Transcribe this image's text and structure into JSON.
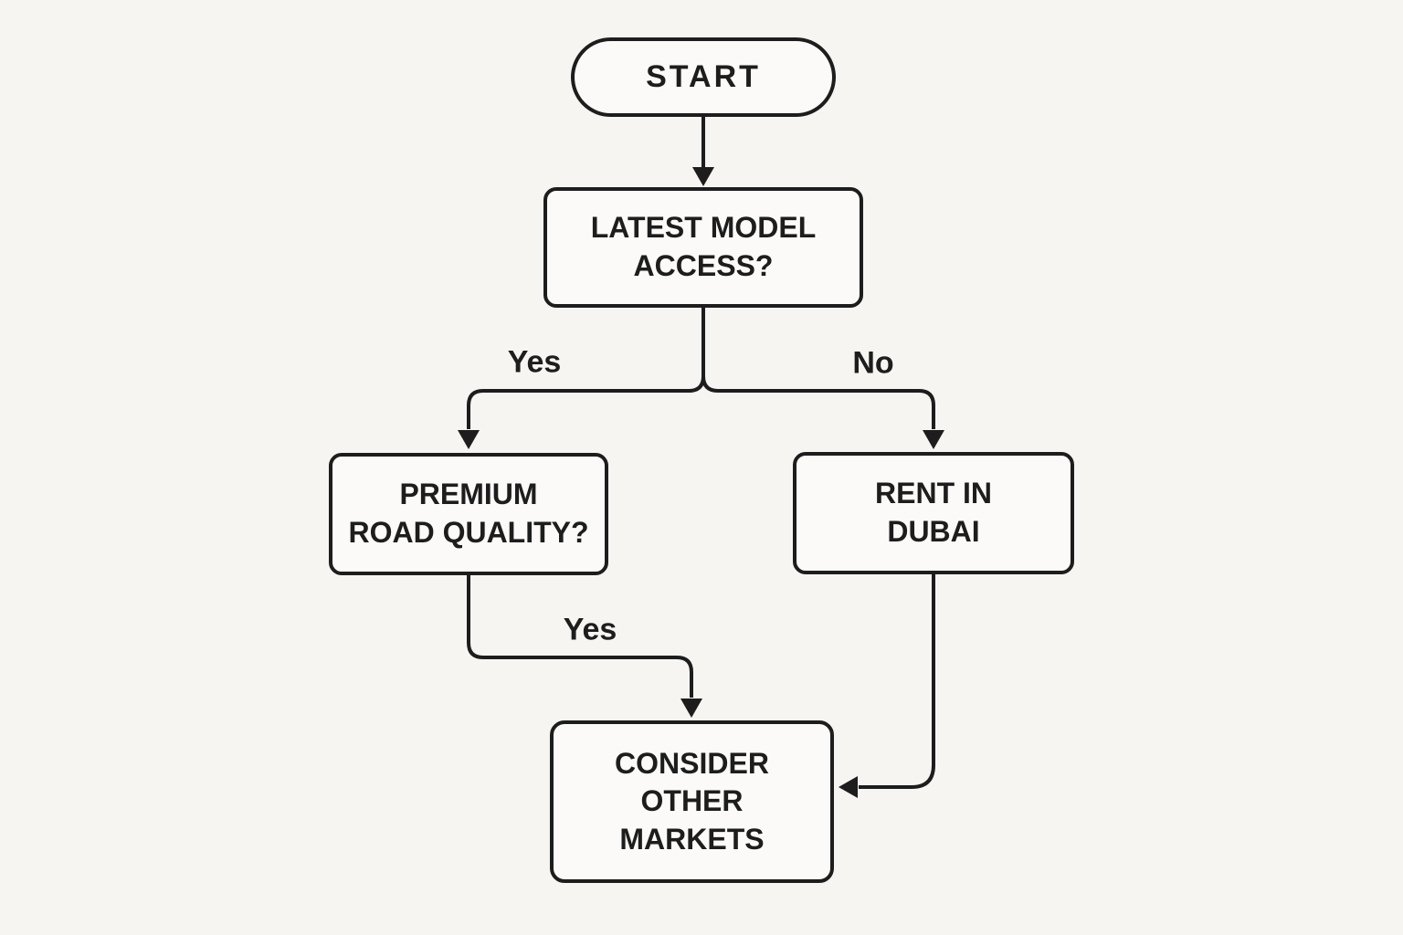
{
  "diagram": {
    "title": "decision-flowchart",
    "colors": {
      "background": "#f6f5f2",
      "line": "#1d1d1d",
      "node_fill": "#fbfaf8",
      "text": "#1d1d1d"
    },
    "nodes": {
      "start": {
        "label": "START",
        "shape": "pill"
      },
      "latest_model_access": {
        "shape": "rect",
        "lines": [
          "LATEST MODEL",
          "ACCESS?"
        ]
      },
      "premium_road_quality": {
        "shape": "rect",
        "lines": [
          "PREMIUM",
          "ROAD QUALITY?"
        ]
      },
      "rent_in_dubai": {
        "shape": "rect",
        "lines": [
          "RENT IN",
          "DUBAI"
        ]
      },
      "consider_other_markets": {
        "shape": "rect",
        "lines": [
          "CONSIDER",
          "OTHER",
          "MARKETS"
        ]
      }
    },
    "edges": [
      {
        "from": "start",
        "to": "latest_model_access",
        "label": ""
      },
      {
        "from": "latest_model_access",
        "to": "premium_road_quality",
        "label": "Yes"
      },
      {
        "from": "latest_model_access",
        "to": "rent_in_dubai",
        "label": "No"
      },
      {
        "from": "premium_road_quality",
        "to": "consider_other_markets",
        "label": "Yes"
      },
      {
        "from": "rent_in_dubai",
        "to": "consider_other_markets",
        "label": ""
      }
    ],
    "edge_labels": {
      "yes_top": "Yes",
      "no_top": "No",
      "yes_bottom": "Yes"
    }
  }
}
